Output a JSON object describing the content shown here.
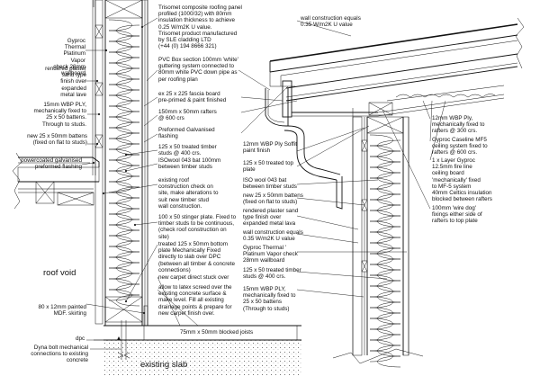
{
  "left_labels": {
    "gyproc_thermal": "Gyproc Thermal\nPlatinum Vapor\ncheck 28mm\nwallboard",
    "rendered_plaster": "rendered plaster\nsand type\nfinish over expanded\nmetal lave",
    "wbp_ply": "15mm WBP PLY,\nmechanically fixed to\n25 x 50 battens.\nThrough to studs.",
    "new_battens": "new 25 x 50mm battens\n(fixed on flat to studs)",
    "powercoated": "powercoated galvanised\npreformed flashing",
    "roof_void": "roof void",
    "mdf_skirting": "80 x 12mm painted\nMDF. skirting",
    "dpc": "dpc",
    "dyna_bolt": "Dyna bolt mechanical\nconnections to existing\nconcrete",
    "existing_slab": "existing slab"
  },
  "middle_labels": {
    "trisomet": "Trisomet composite roofing panel\nprofiled (1000/32) with 80mm\ninsulation thickness to achieve\n0.25 W/m2K U value.\nTrisomet product manufactured\nby SLE cladding LTD\n(+44 (0) 194 8666 321)",
    "pvc_box": "PVC Box section 100mm 'white'\nguttering system connected to\n80mm white PVC down pipe as\nper roofing plan",
    "fascia": "ex 25 x 225 fascia board\npre-primed & paint finished",
    "rafters_150": "150mm x 50mm rafters\n@ 600 crs",
    "galv_flashing": "Preformed Galvanised\nflashing",
    "timber_studs": "125 x 50 treated timber\nstuds @ 400 crs.",
    "isowool_left": "ISOwool 043 bat 100mm\nbetween timber studs",
    "existing_roof": "existing roof\nconstruction check on\nsite, make alterations to\nsuit new timber stud\nwall construction.",
    "stinger_plate": "100 x 50 stinger plate. Fixed to\ntimber studs to be continuous,\n(check roof construction on\nsite)",
    "bottom_plate": "treated 125 x 50mm bottom\nplate Mechanically Fixed\ndirectly to slab over DPC\n(between all timber & concrete\nconnections)",
    "new_carpet": "new carpet direct stuck over",
    "latex_screed": "allow to latex screed over the\nexisting concrete surface &\nmake level. Fill all existing\ndrainage points & prepare for\nnew carpet finish over.",
    "joists": "75mm x 50mm blocked joists"
  },
  "right_labels": {
    "wall_u_value": "wall construction equals\n0.35 W/m2K U value",
    "wbp_ply_soffit": "12mm WBP Ply Soffit\npaint finish",
    "top_plate": "125 x 50 treated top\nplate",
    "iso_wool_bat": "ISO wool 043 bat\nbetween timber studs",
    "new_battens_r": "new 25 x 50mm battens\n(fixed on flat to studs)",
    "rendered_r": "rendered plaster sand\ntype finish over\nexpanded metal lava",
    "wall_u_value_2": "wall construction equals\n0.35 W/m2K U value",
    "gyproc_r": "Gyproc Thermal '\nPlatinum Vapor check\n28mm wallboard",
    "studs_400": "125 x 50 treated timber\nstuds @ 400 crs.",
    "wbp_ply_r": "15mm WBP PLY,\nmechanically fixed to\n25 x 50 battens\n(Through to studs)",
    "ply_rafters": "12mm WBP Ply,\nmechanically fixed to\nrafters @ 300 crs.",
    "gyproc_caseline": "Gyproc Caseline MF5\nceiling system fixed to\nrafters @ 600 crs.",
    "layer_gyproc": "1 x Layer Gyproc\n12.5mm fire line\nceiling board\n'mechanically' fixed\nto MF-5 system\n40mm Celtics insulation\nblocked between rafters",
    "wire_dog": "100mm 'wire dog'\nfixings either side of\nrafters to top plate"
  }
}
